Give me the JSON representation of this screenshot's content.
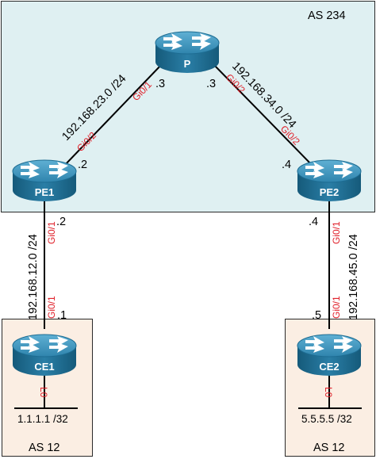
{
  "regions": {
    "core_as": "AS 234",
    "left_as": "AS 12",
    "right_as": "AS 12"
  },
  "routers": {
    "p": "P",
    "pe1": "PE1",
    "pe2": "PE2",
    "ce1": "CE1",
    "ce2": "CE2"
  },
  "links": {
    "pe1_p": {
      "subnet": "192.168.23.0 /24",
      "pe1_if": "Gi0/2",
      "pe1_host": ".2",
      "p_if": "Gi0/1",
      "p_host": ".3"
    },
    "p_pe2": {
      "subnet": "192.168.34.0 /24",
      "p_if": "Gi0/2",
      "p_host": ".3",
      "pe2_if": "Gi0/2",
      "pe2_host": ".4"
    },
    "pe1_ce1": {
      "subnet": "192.168.12.0 /24",
      "pe1_if": "Gi0/1",
      "pe1_host": ".2",
      "ce1_if": "Gi0/1",
      "ce1_host": ".1"
    },
    "pe2_ce2": {
      "subnet": "192.168.45.0 /24",
      "pe2_if": "Gi0/1",
      "pe2_host": ".4",
      "ce2_if": "Gi0/1",
      "ce2_host": ".5"
    }
  },
  "loopbacks": {
    "ce1": {
      "iface": "L0",
      "prefix": "1.1.1.1 /32"
    },
    "ce2": {
      "iface": "L0",
      "prefix": "5.5.5.5 /32"
    }
  },
  "colors": {
    "core_fill": "#dff0f2",
    "edge_fill": "#fbeee3",
    "router_dark": "#1a6a8e",
    "router_light": "#4a9cc2",
    "interface_text": "#e0202a"
  },
  "icons": {
    "router": "router-icon"
  }
}
